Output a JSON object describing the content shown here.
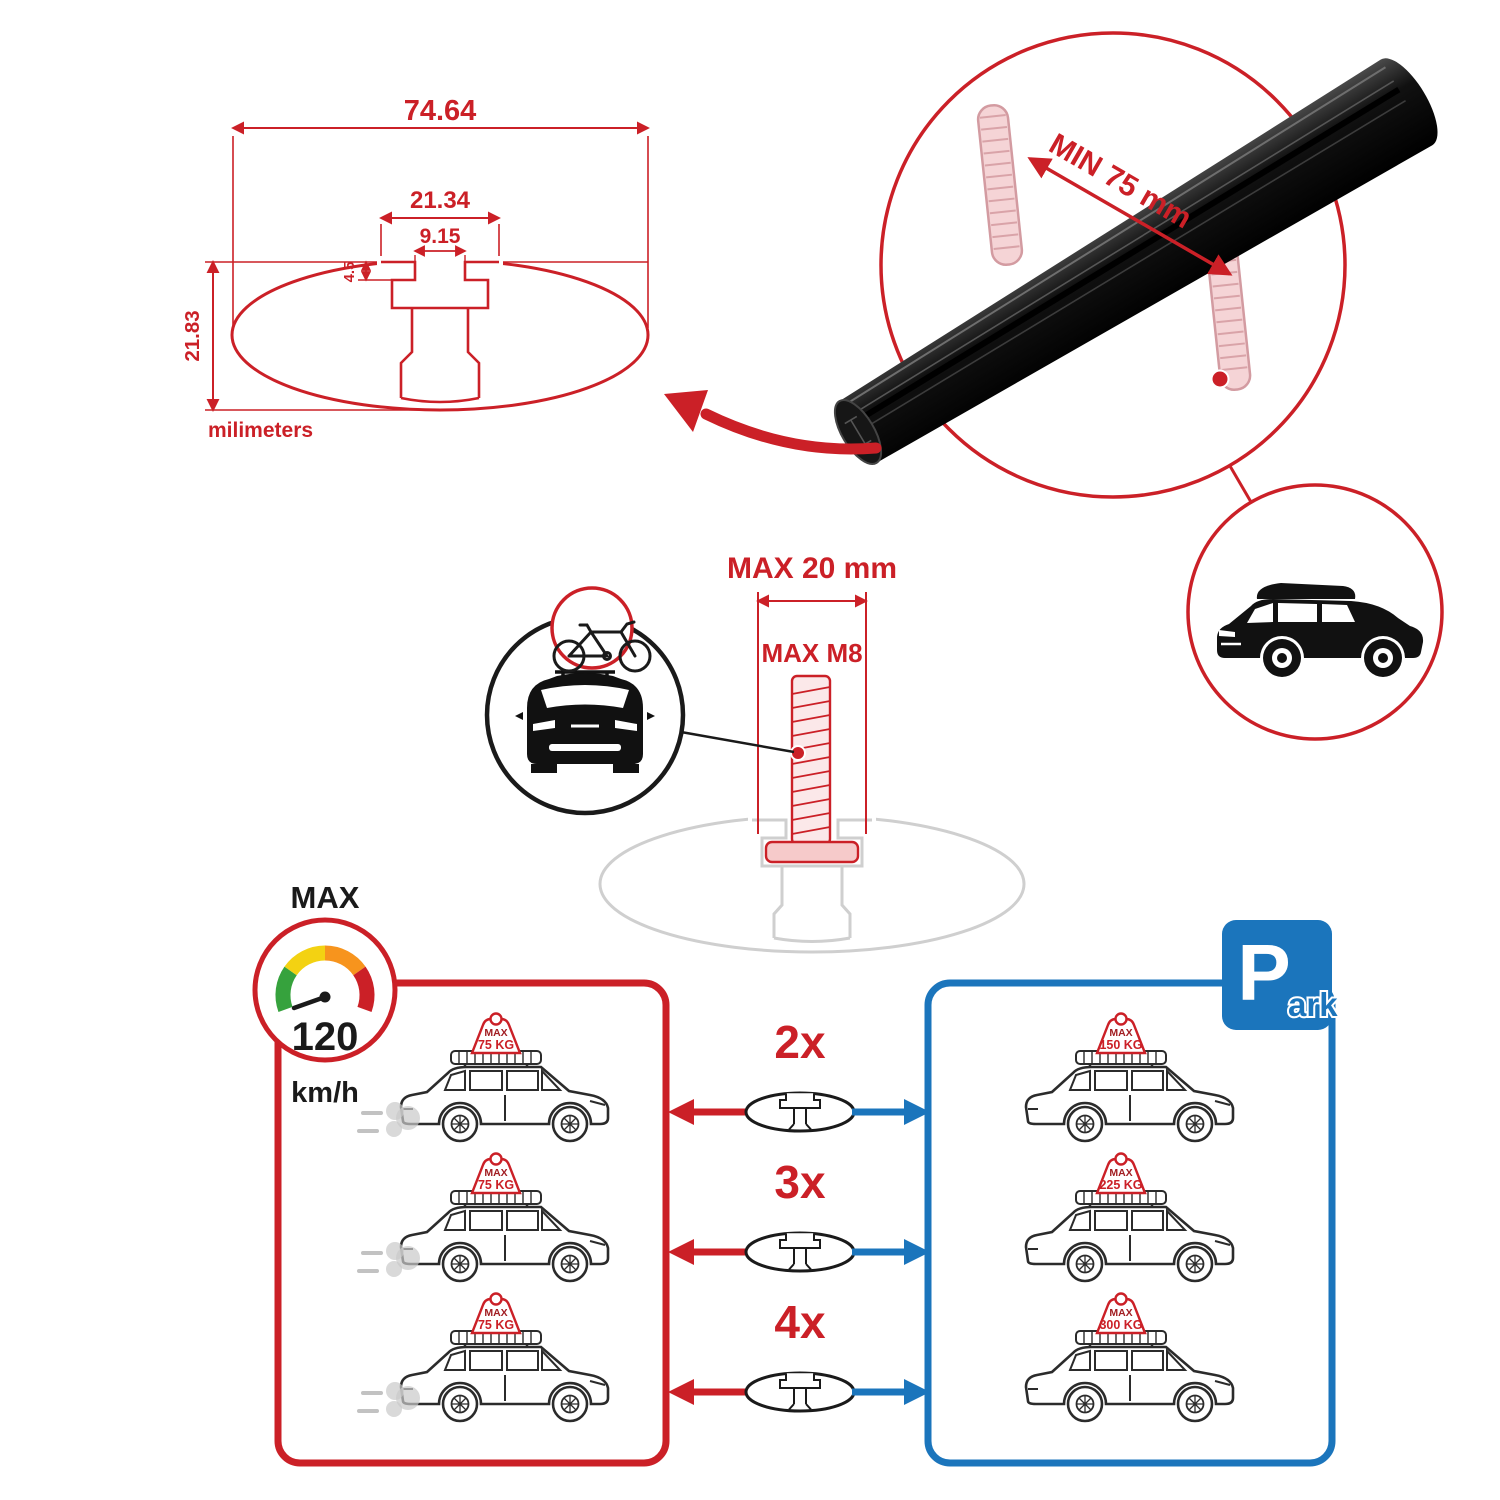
{
  "colors": {
    "accent_red": "#cb2027",
    "accent_blue": "#1b75bc",
    "line_black": "#1a1a1a",
    "faint_gray": "#cfcfcf",
    "clamp_pink": "#f5d4d6"
  },
  "profile_diagram": {
    "dim_overall_width": "74.64",
    "dim_channel_width": "21.34",
    "dim_opening_width": "9.15",
    "dim_lip_height": "4.5",
    "dim_profile_height": "21.83",
    "unit_label": "milimeters"
  },
  "bar_detail": {
    "min_span_label": "MIN 75 mm"
  },
  "bolt_detail": {
    "max_length_label": "MAX 20 mm",
    "max_thread_label": "MAX M8"
  },
  "speed_limit": {
    "label": "MAX",
    "value": "120",
    "unit": "km/h"
  },
  "park_sign": {
    "letter": "P",
    "suffix": "ark"
  },
  "quantities": [
    "2x",
    "3x",
    "4x"
  ],
  "driving_cars": [
    {
      "max_label": "MAX",
      "load": "75 KG"
    },
    {
      "max_label": "MAX",
      "load": "75 KG"
    },
    {
      "max_label": "MAX",
      "load": "75 KG"
    }
  ],
  "parked_cars": [
    {
      "max_label": "MAX",
      "load": "150 KG"
    },
    {
      "max_label": "MAX",
      "load": "225 KG"
    },
    {
      "max_label": "MAX",
      "load": "300 KG"
    }
  ]
}
